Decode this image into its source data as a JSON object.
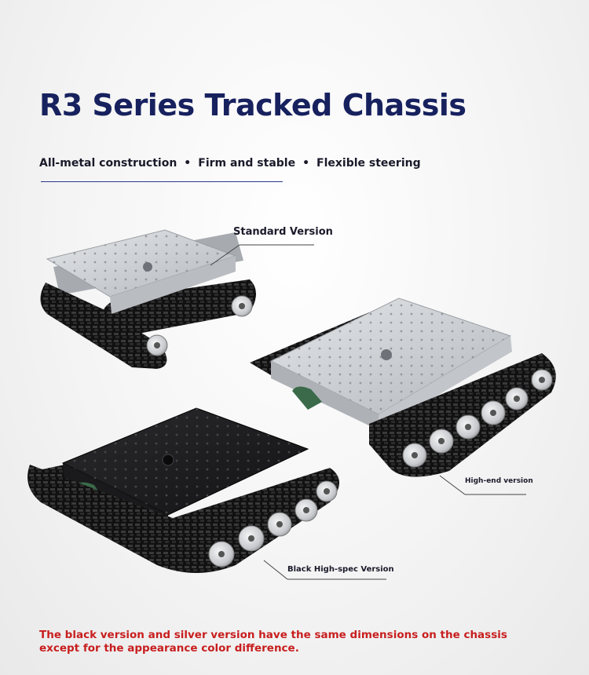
{
  "header": {
    "title": "R3 Series Tracked Chassis",
    "features": [
      "All-metal construction",
      "Firm and stable",
      "Flexible steering"
    ],
    "separator": "•"
  },
  "products": {
    "standard_label": "Standard Version",
    "highend_label": "High-end version",
    "black_label": "Black High-spec Version"
  },
  "footer": {
    "note_line1": "The black version and silver version have the same dimensions on the chassis",
    "note_line2": "except for the appearance color difference."
  },
  "colors": {
    "title": "#17215e",
    "note": "#c81e1e",
    "silver_plate": "#c9ccd0",
    "black_plate": "#1c1c1e",
    "track": "#141414",
    "wheel": "#d9dadd"
  }
}
